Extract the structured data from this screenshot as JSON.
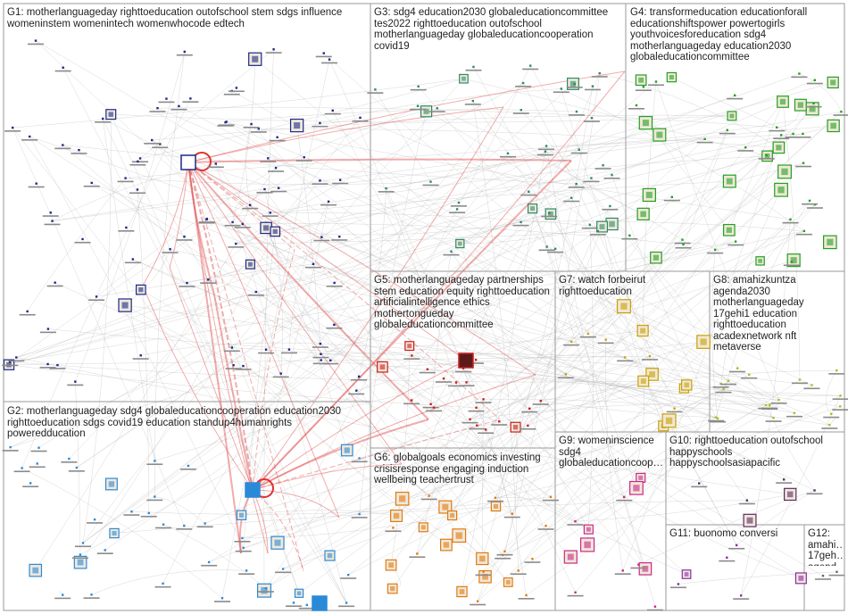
{
  "title": "",
  "groups": [
    {
      "id": "G1",
      "label": "G1: motherlanguageday righttoeducation outofschool stem sdgs influence womeninstem womenintech womenwhocode edtech",
      "color": "#1a2a8a"
    },
    {
      "id": "G2",
      "label": "G2: motherlanguageday sdg4 globaleducationcooperation education2030 righttoeducation sdgs covid19 education standup4humanrights poweredducation",
      "color": "#2a8ad8"
    },
    {
      "id": "G3",
      "label": "G3: sdg4 education2030 globaleducationcommittee tes2022 righttoeducation outofschool motherlanguageday globaleducationcooperation covid19",
      "color": "#2a8a6a"
    },
    {
      "id": "G4",
      "label": "G4: transformeducation educationforall educationshiftspower powertogirls youthvoicesforeducation sdg4 motherlanguageday education2030 globaleducationcommittee",
      "color": "#22a022"
    },
    {
      "id": "G5",
      "label": "G5: motherlanguageday partnerships stem education equity righttoeducation artificialintelligence ethics mothertongueday globaleducationcommittee",
      "color": "#c81e1e"
    },
    {
      "id": "G6",
      "label": "G6: globalgoals economics investing crisisresponse engaging induction wellbeing teachertrust",
      "color": "#e07a10"
    },
    {
      "id": "G7",
      "label": "G7: watch forbeirut righttoeducation",
      "color": "#c8a000"
    },
    {
      "id": "G8",
      "label": "G8: amahizkuntza agenda2030 motherlanguageday 17gehi1 education righttoeducation acadexnetwork nft metaverse",
      "color": "#9ac81e"
    },
    {
      "id": "G9",
      "label": "G9: womeninscience sdg4 globaleducationcoop…",
      "color": "#c8288a"
    },
    {
      "id": "G10",
      "label": "G10: righttoeducation outofschool happyschools happyschoolsasiapacific",
      "color": "#5a2a6a"
    },
    {
      "id": "G11",
      "label": "G11: buonomo conversi",
      "color": "#8a2aa8"
    },
    {
      "id": "G12",
      "label": "G12: amahi… 17geh… agend…",
      "color": "#666666"
    }
  ]
}
